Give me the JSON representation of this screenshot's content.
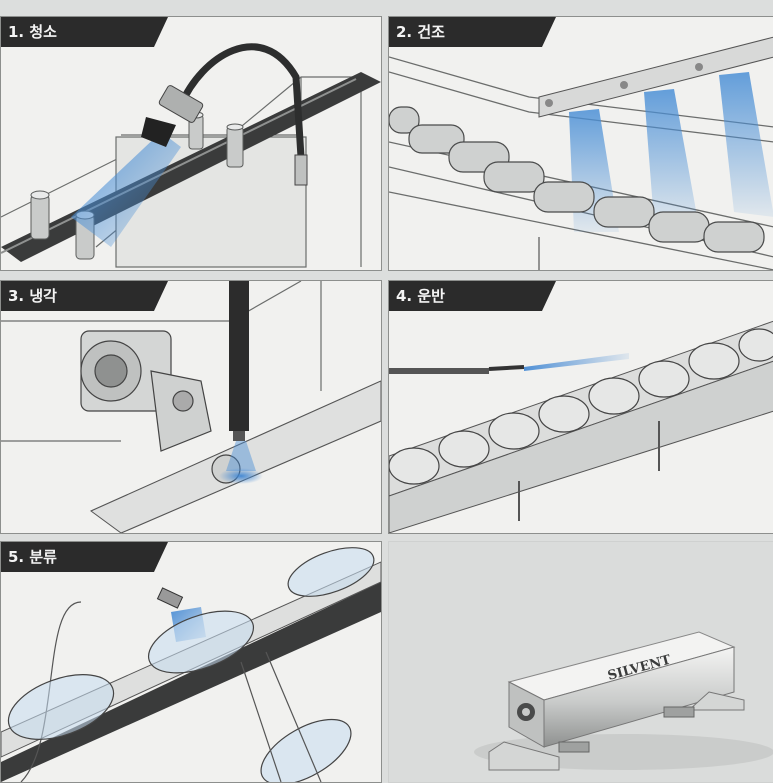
{
  "steps": [
    {
      "label": "1. 청소",
      "icon": "air-nozzle-cleaning-icon"
    },
    {
      "label": "2. 건조",
      "icon": "air-knife-drying-icon"
    },
    {
      "label": "3. 냉각",
      "icon": "air-cooling-icon"
    },
    {
      "label": "4. 운반",
      "icon": "air-conveying-icon"
    },
    {
      "label": "5. 분류",
      "icon": "air-sorting-icon"
    }
  ],
  "product": {
    "brand": "SILVENT",
    "brand_display": "Silvent"
  },
  "colors": {
    "label_bg": "#2b2b2b",
    "label_text": "#f4f4f4",
    "panel_bg": "#f1f1ef",
    "air_blue": "#5b9bd8",
    "line": "#5a5c5b"
  }
}
